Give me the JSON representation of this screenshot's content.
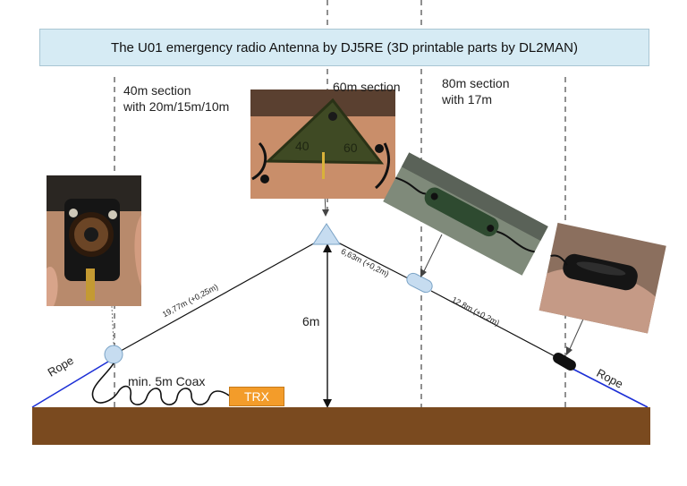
{
  "title": "The U01 emergency radio Antenna by DJ5RE (3D printable parts by DL2MAN)",
  "sections": {
    "s40_line1": "40m section",
    "s40_line2": "with 20m/15m/10m",
    "s60": "60m section",
    "s80_line1": "80m section",
    "s80_line2": "with 17m"
  },
  "labels": {
    "rope_left": "Rope",
    "rope_right": "Rope",
    "coax": "min. 5m Coax",
    "trx": "TRX",
    "mast_height": "6m",
    "wire_left": "19,77m (+0,25m)",
    "wire_mid": "6,63m (+0,2m)",
    "wire_right": "12,8m (+0,2m)"
  },
  "photos": {
    "unun": "toroid-unun-photo",
    "center": "center-insulator-60-80-photo",
    "mid_insulator": "green-insulator-photo",
    "end_insulator": "black-end-insulator-photo"
  },
  "colors": {
    "title_bg": "#d6ebf4",
    "ground": "#7a4a1f",
    "rope": "#1c2fd6",
    "trx": "#f39c2a",
    "insulator": "#c6dcf0"
  }
}
